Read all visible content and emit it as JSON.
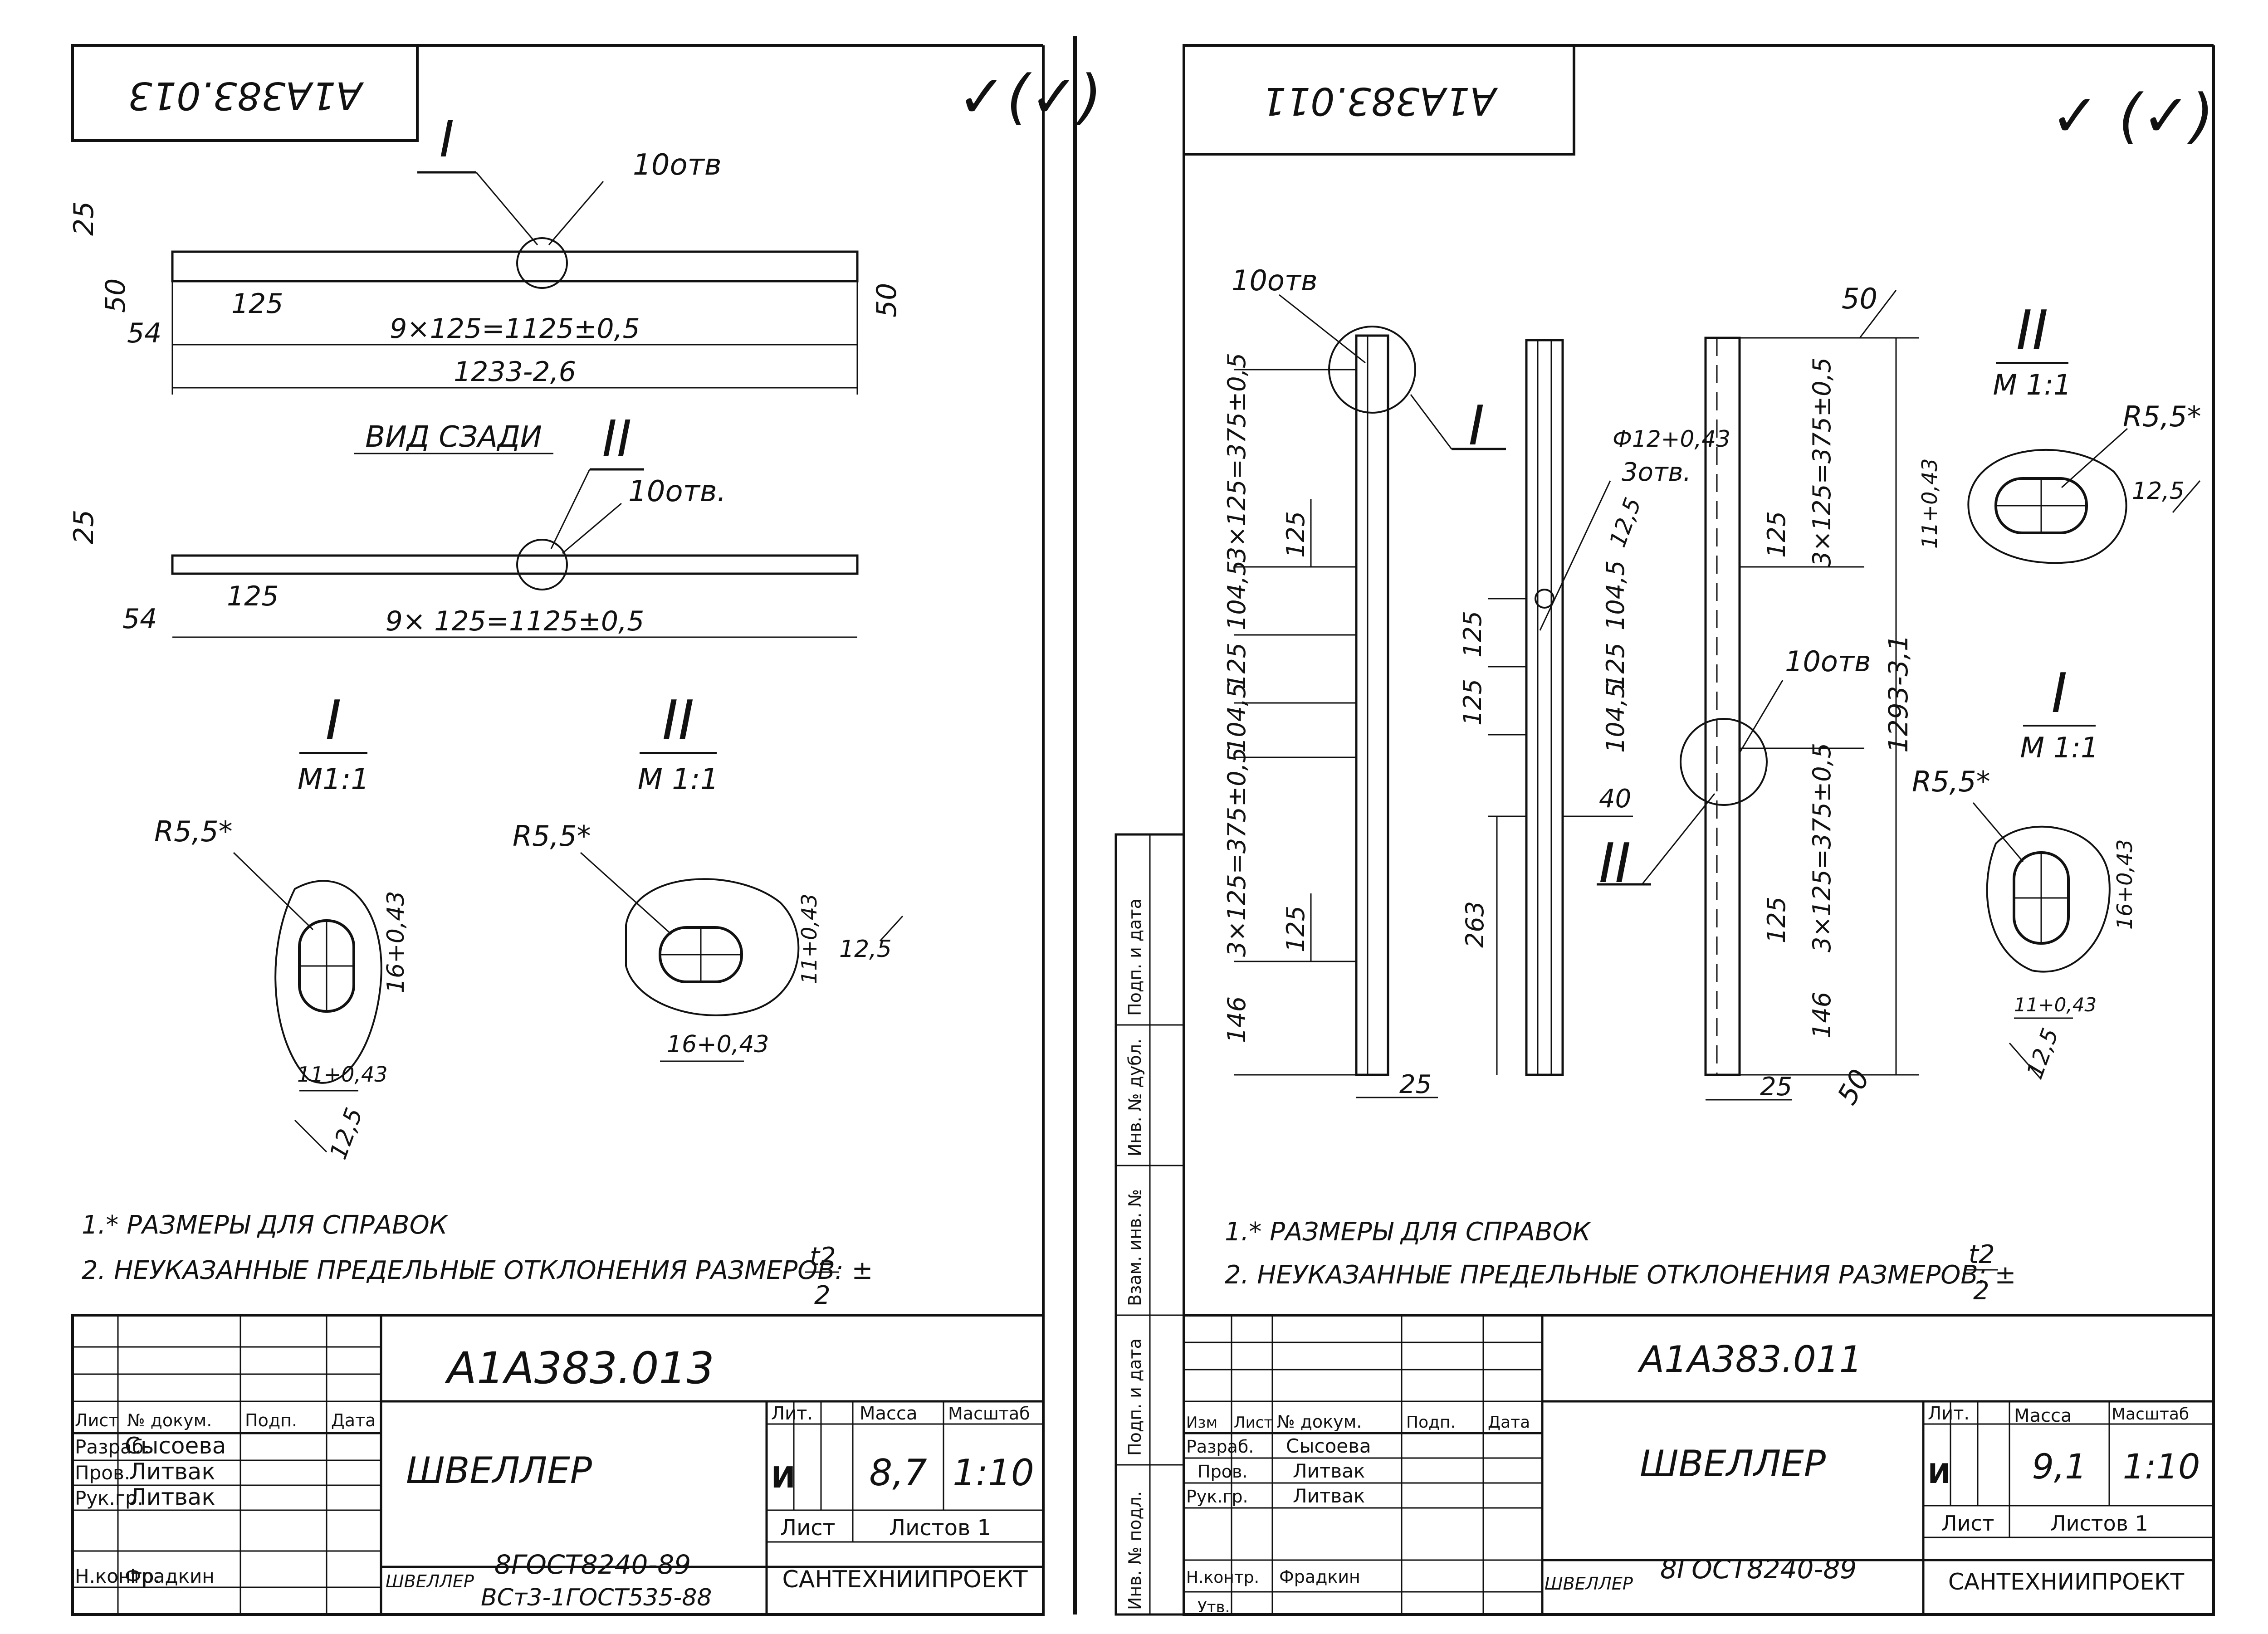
{
  "left": {
    "stamp": "А1А383.013",
    "roughness": "✓(✓)",
    "top_view": {
      "section_mark": "I",
      "holes": "10отв",
      "dim_edge": "25",
      "dim_rough_l": "50",
      "dim_pitch": "125",
      "dim_start": "54",
      "dim_series": "9×125=1125±0,5",
      "dim_total": "1233-2,6",
      "dim_rough_r": "50"
    },
    "rear_view": {
      "title": "ВИД СЗАДИ",
      "section_mark": "II",
      "holes": "10отв.",
      "dim_edge": "25",
      "dim_pitch": "125",
      "dim_start": "54",
      "dim_series": "9× 125=1125±0,5"
    },
    "section1": {
      "mark": "I",
      "scale": "M1:1",
      "radius": "R5,5*",
      "dim_v": "16+0,43",
      "dim_h": "11+0,43",
      "rough": "12,5"
    },
    "section2": {
      "mark": "II",
      "scale": "M 1:1",
      "radius": "R5,5*",
      "dim_v": "11+0,43",
      "rough": "12,5",
      "dim_h": "16+0,43"
    },
    "notes": [
      "1.* РАЗМЕРЫ ДЛЯ СПРАВОК",
      "2. НЕУКАЗАННЫЕ   ПРЕДЕЛЬНЫЕ ОТКЛОНЕНИЯ РАЗМЕРОВ: ±"
    ],
    "tol_num": "t2",
    "tol_den": "2",
    "title_block": {
      "doc": "А1А383.013",
      "name": "ШВЕЛЛЕР",
      "material_prefix": "ШВЕЛЛЕР",
      "material_line1": "8ГОСТ8240-89",
      "material_line2": "ВСт3-1ГОСТ535-88",
      "head": [
        "Лист",
        "№ докум.",
        "Подп.",
        "Дата"
      ],
      "roles": [
        "Разраб.",
        "Пров.",
        "Рук.гр.",
        "",
        "Н.контр."
      ],
      "names": [
        "Сысоева",
        "Литвак",
        "Литвак",
        "",
        "Фрадкин"
      ],
      "lit_label": "Лит.",
      "lit": "И",
      "mass_label": "Масса",
      "mass": "8,7",
      "scale_label": "Масштаб",
      "scale": "1:10",
      "sheet_label": "Лист",
      "sheets_label": "Листов 1",
      "org": "САНТЕХНИИПРОЕКТ"
    }
  },
  "right": {
    "stamp": "А1А383.011",
    "roughness": "✓ (✓)",
    "holes_top": "10отв",
    "mark_I": "I",
    "left_dims": {
      "d1": "3×125=375±0,5",
      "d2": "125",
      "d3": "104,5",
      "d4": "125",
      "d5": "104,5",
      "d6": "3×125=375±0,5",
      "d7": "125",
      "d8": "146",
      "d9": "25"
    },
    "middle": {
      "hole": "Ф12+0,43",
      "holes": "3отв.",
      "rough": "12,5",
      "d1": "125",
      "d2": "125",
      "d3": "40",
      "d4": "263"
    },
    "right_view": {
      "rough_top": "50",
      "d1": "3×125=375±0,5",
      "d2": "125",
      "d3": "104,5",
      "d4": "125",
      "d5": "104,5",
      "holes": "10отв",
      "total": "1293-3,1",
      "d6": "3×125=375±0,5",
      "d7": "125",
      "d8": "146",
      "d9": "25",
      "rough_bot": "50",
      "mark_II": "II"
    },
    "section2": {
      "mark": "II",
      "scale": "M 1:1",
      "radius": "R5,5*",
      "dim_v": "11+0,43",
      "rough": "12,5"
    },
    "section1": {
      "mark": "I",
      "scale": "M 1:1",
      "radius": "R5,5*",
      "dim_v": "16+0,43",
      "dim_h": "11+0,43",
      "rough": "12,5"
    },
    "notes": [
      "1.* РАЗМЕРЫ ДЛЯ СПРАВОК",
      "2. НЕУКАЗАННЫЕ ПРЕДЕЛЬНЫЕ ОТКЛОНЕНИЯ РАЗМЕРОВ: ±"
    ],
    "tol_num": "t2",
    "tol_den": "2",
    "title_block": {
      "doc": "А1А383.011",
      "name": "ШВЕЛЛЕР",
      "material_prefix": "ШВЕЛЛЕР",
      "material_line1": "8ГОСТ8240-89",
      "head": [
        "Изм",
        "Лист",
        "№ докум.",
        "Подп.",
        "Дата"
      ],
      "roles": [
        "Разраб.",
        "Пров.",
        "Рук.гр.",
        "",
        "Н.контр.",
        "Утв."
      ],
      "names": [
        "Сысоева",
        "Литвак",
        "Литвак",
        "",
        "Фрадкин",
        ""
      ],
      "lit_label": "Лит.",
      "lit": "И",
      "mass_label": "Масса",
      "mass": "9,1",
      "scale_label": "Масштаб",
      "scale": "1:10",
      "sheet_label": "Лист",
      "sheets_label": "Листов 1",
      "org": "САНТЕХНИИПРОЕКТ"
    }
  },
  "side_strip": [
    "Взам. инв. №",
    "Инв. № дубл.",
    "Подп. и дата",
    "Инв. № подл.",
    "Подп. и дата"
  ]
}
